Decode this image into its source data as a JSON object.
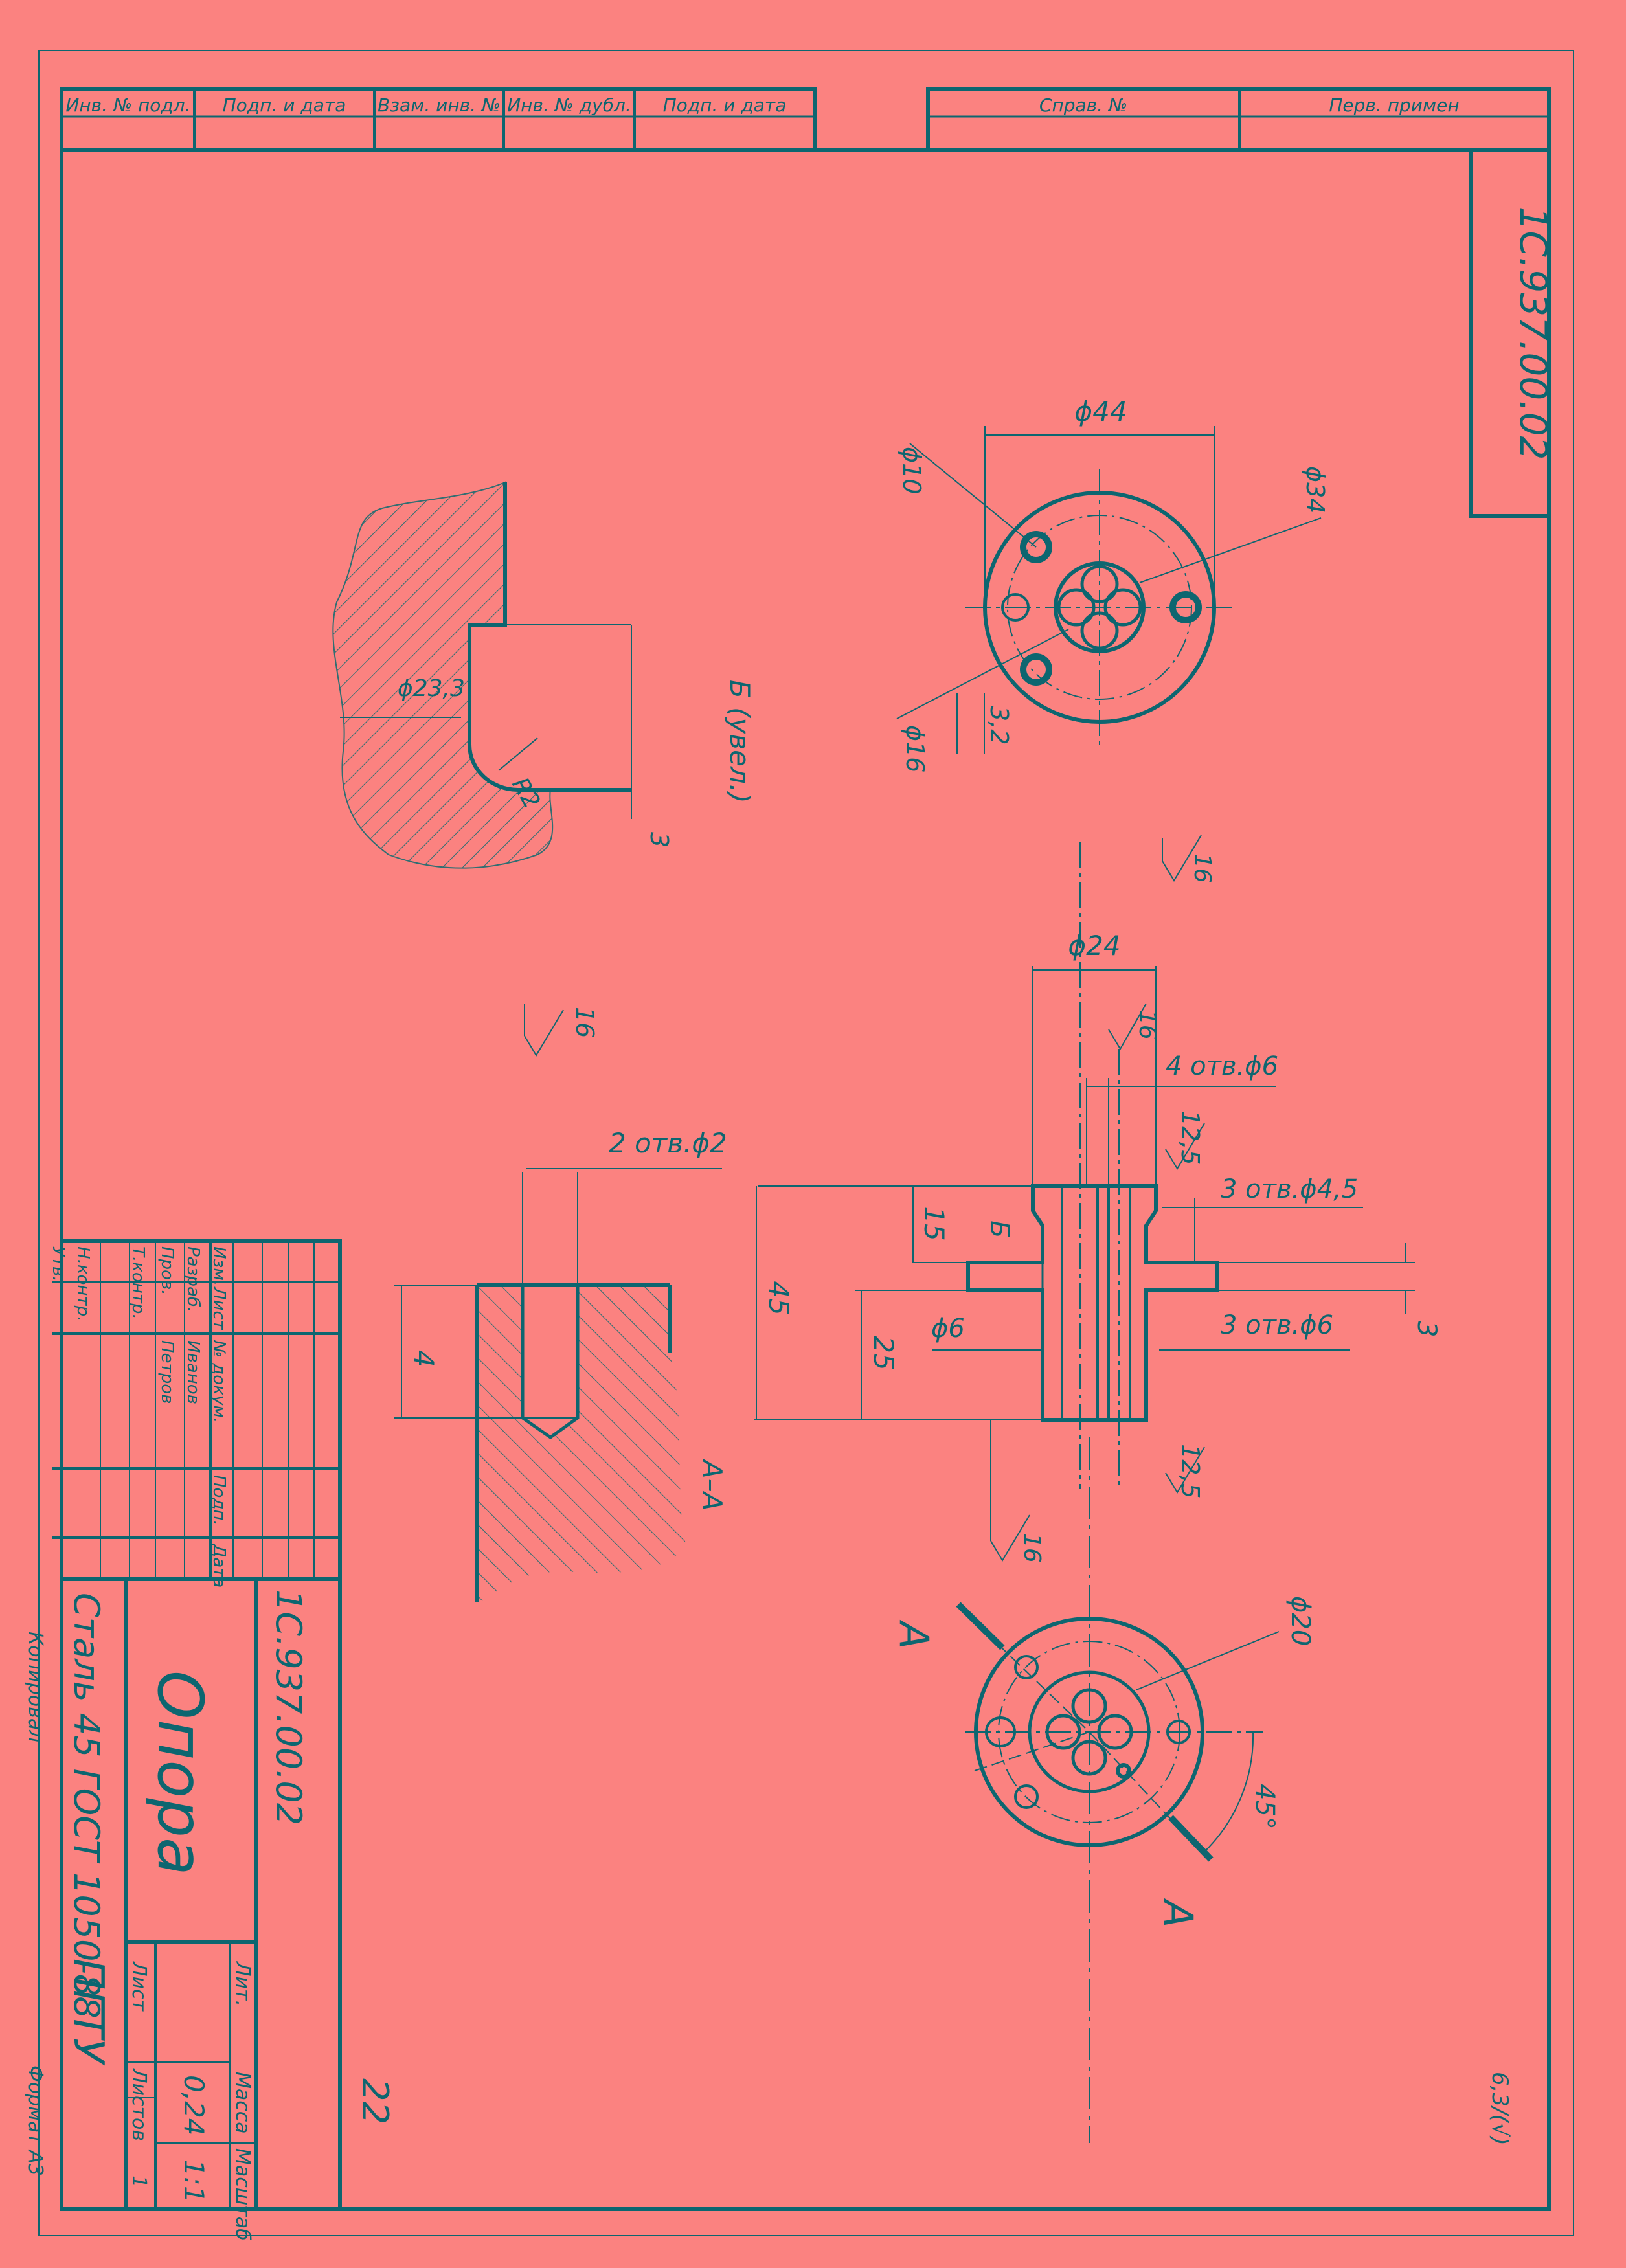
{
  "colors": {
    "paper": "#fb8280",
    "ink": "#0d6670",
    "hatch": "#2f6e72"
  },
  "top_stamp": {
    "inv_podl": "Инв. № подл.",
    "podp_data_1": "Подп. и дата",
    "vzam_inv": "Взам. инв. №",
    "inv_dubl": "Инв. № дубл.",
    "podp_data_2": "Подп. и дата",
    "sprav": "Справ. №",
    "perv_primen": "Перв. примен"
  },
  "side_code": "1С.937.00.02",
  "view_b": {
    "label": "Б (увел.)",
    "dim_dia": "ϕ23,3",
    "dim_r": "R2",
    "dim_depth": "3"
  },
  "top_view": {
    "dim_d44": "ϕ44",
    "dim_d10": "ϕ10",
    "dim_d34": "ϕ34",
    "dim_d16": "ϕ16",
    "dim_32": "3,2"
  },
  "section_aa": {
    "label": "А–А",
    "holes": "2 отв.ϕ2",
    "depth": "4",
    "roughness": "16"
  },
  "main_view": {
    "dim_d24": "ϕ24",
    "holes_6_4": "4 отв.ϕ6",
    "holes_45_3": "3 отв.ϕ4,5",
    "holes_6_3": "3 отв.ϕ6",
    "dim_45": "45",
    "dim_25": "25",
    "dim_15": "15",
    "dim_d6": "ϕ6",
    "dim_3": "3",
    "dim_125_top": "12,5",
    "dim_125_bottom": "12,5",
    "label_b": "Б",
    "roughness_top": "16",
    "roughness_mid": "16",
    "roughness_bottom": "16"
  },
  "bottom_view": {
    "cut_a_left": "А",
    "cut_a_right": "А",
    "dim_d20": "ϕ20",
    "angle": "45°"
  },
  "general_roughness": "6,3/(√)",
  "page_number": "22",
  "title_block": {
    "code": "1С.937.00.02",
    "name": "Опора",
    "material": "Сталь 45 ГОСТ 1050-88",
    "org": "ПГТУ",
    "lit": "Лит.",
    "massa": "Масса",
    "masshtab": "Масштаб",
    "mass_value": "0,24",
    "scale_value": "1:1",
    "list": "Лист",
    "listov": "Листов",
    "listov_value": "1",
    "col_izm": "Изм.",
    "col_list": "Лист",
    "col_doc": "№ докум.",
    "col_podp": "Подп.",
    "col_data": "Дата",
    "role_razrab": "Разраб.",
    "role_prov": "Пров.",
    "role_tkontr": "Т.контр.",
    "role_nkontr": "Н.контр.",
    "role_utv": "Утв.",
    "name_razrab": "Иванов",
    "name_prov": "Петров"
  },
  "footer": {
    "copied": "Копировал",
    "format": "Формат   А3"
  }
}
